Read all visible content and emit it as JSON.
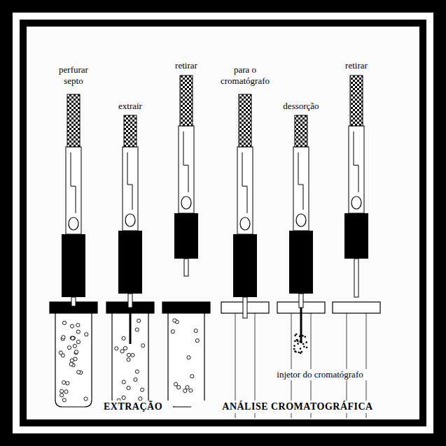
{
  "diagram": {
    "labels": [
      "perfurar septo",
      "extrair",
      "retirar",
      "para o cromatógrafo",
      "dessorção",
      "retirar",
      "injetor do cromatógrafo",
      "EXTRAÇÃO",
      "ANÁLISE CROMATOGRÁFICA"
    ]
  }
}
